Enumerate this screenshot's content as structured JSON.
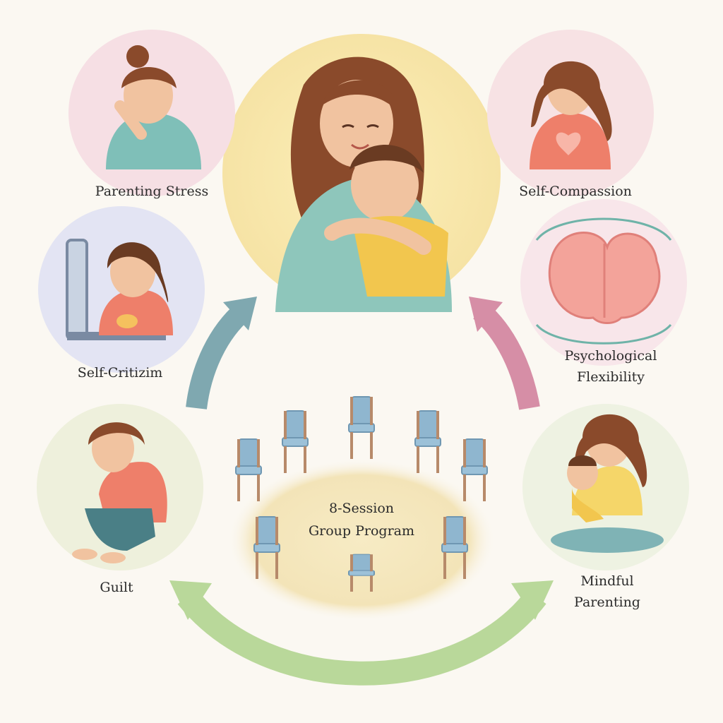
{
  "diagram": {
    "center": {
      "title_line1": "8-Session",
      "title_line2": "Group Program"
    },
    "nodes": [
      {
        "id": "parenting-stress",
        "label": "Parenting Stress"
      },
      {
        "id": "self-critizim",
        "label": "Self-Critizim"
      },
      {
        "id": "guilt",
        "label": "Guilt"
      },
      {
        "id": "self-compassion",
        "label": "Self-Compassion"
      },
      {
        "id": "psychological-flexibility",
        "label_line1": "Psychological",
        "label_line2": "Flexibility"
      },
      {
        "id": "mindful-parenting",
        "label_line1": "Mindful",
        "label_line2": "Parenting"
      }
    ],
    "colors": {
      "background": "#fbf8f2",
      "arrow_left": "#7fa8b0",
      "arrow_right": "#d68ea6",
      "arrow_bottom": "#b9d89a",
      "chair": "#8fb6cf",
      "chair_legs": "#b78a6a"
    },
    "icons": [
      "mother-hugging-child-icon",
      "chair-icon",
      "brain-icon",
      "mirror-icon"
    ]
  }
}
